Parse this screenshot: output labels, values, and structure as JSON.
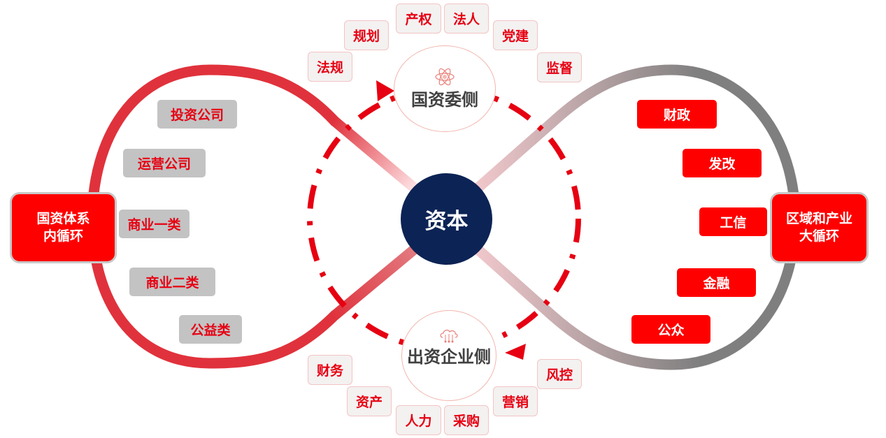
{
  "colors": {
    "accent_red": "#e60012",
    "hub_red": "#fe0000",
    "core_navy": "#0c2355",
    "left_loop": "#e0323c",
    "right_loop": "#7f7f7f",
    "tag_grey": "#c3c3c3"
  },
  "core": {
    "label": "资本"
  },
  "left_hub": {
    "line1": "国资体系",
    "line2": "内循环"
  },
  "right_hub": {
    "line1": "区域和产业",
    "line2": "大循环"
  },
  "top_side": {
    "title": "国资委侧",
    "icon": "atom-icon"
  },
  "bottom_side": {
    "title": "出资企业侧",
    "icon": "cloud-network-icon"
  },
  "top_tags": [
    "法规",
    "规划",
    "产权",
    "法人",
    "党建",
    "监督"
  ],
  "bottom_tags": [
    "财务",
    "资产",
    "人力",
    "采购",
    "营销",
    "风控"
  ],
  "left_tags": [
    "投资公司",
    "运营公司",
    "商业一类",
    "商业二类",
    "公益类"
  ],
  "right_tags": [
    "财政",
    "发改",
    "工信",
    "金融",
    "公众"
  ]
}
